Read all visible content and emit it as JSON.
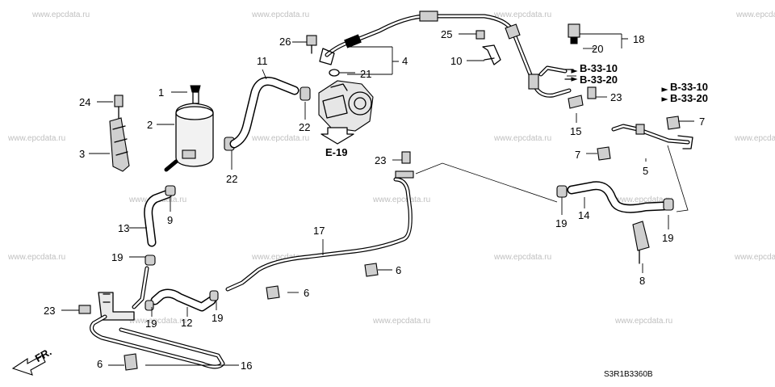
{
  "watermark": "www.epcdata.ru",
  "diagram_code": "S3R1B3360B",
  "front_label": "FR.",
  "refs": {
    "e19": "E-19",
    "b3310_a": "B-33-10",
    "b3320_a": "B-33-20",
    "b3310_b": "B-33-10",
    "b3320_b": "B-33-20"
  },
  "callouts": {
    "n1": "1",
    "n2": "2",
    "n3": "3",
    "n4": "4",
    "n5": "5",
    "n6a": "6",
    "n6b": "6",
    "n6c": "6",
    "n7a": "7",
    "n7b": "7",
    "n8": "8",
    "n9": "9",
    "n10": "10",
    "n11": "11",
    "n12": "12",
    "n13": "13",
    "n14": "14",
    "n15": "15",
    "n16": "16",
    "n17": "17",
    "n18": "18",
    "n19a": "19",
    "n19b": "19",
    "n19c": "19",
    "n19d": "19",
    "n19e": "19",
    "n20": "20",
    "n21": "21",
    "n22a": "22",
    "n22b": "22",
    "n23a": "23",
    "n23b": "23",
    "n23c": "23",
    "n24": "24",
    "n25": "25",
    "n26": "26"
  }
}
